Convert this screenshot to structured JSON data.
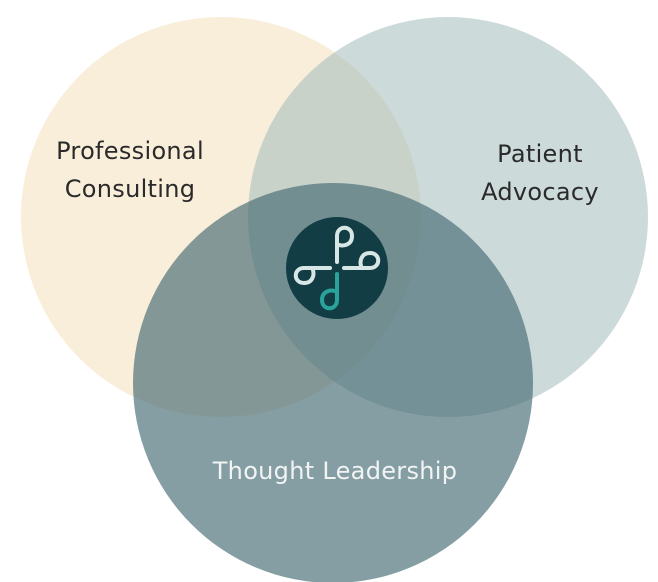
{
  "circles": [
    {
      "id": "professional-consulting",
      "label_lines": [
        "Professional",
        "Consulting"
      ],
      "fill": "#f6e3c4",
      "opacity": 0.62,
      "text_color": "#2a2a2a"
    },
    {
      "id": "patient-advocacy",
      "label_lines": [
        "Patient",
        "Advocacy"
      ],
      "fill": "#a3bcbb",
      "opacity": 0.55,
      "text_color": "#2a2a2a"
    },
    {
      "id": "thought-leadership",
      "label_lines": [
        "Thought Leadership"
      ],
      "fill": "#446a72",
      "opacity": 0.65,
      "text_color": "#f2f4f4"
    }
  ],
  "logo": {
    "icon": "interlocking-loops-icon",
    "background": "#123d44",
    "stroke_light": "#d7e7e6",
    "stroke_accent": "#2aa39c"
  }
}
